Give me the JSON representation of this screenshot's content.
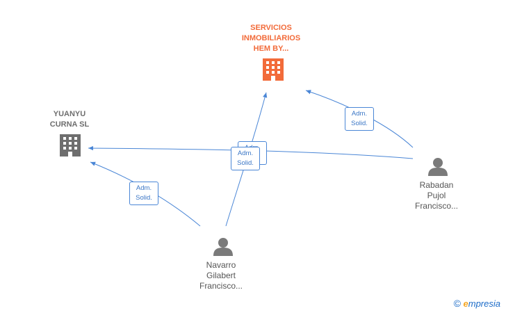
{
  "nodes": {
    "servicios": {
      "lines": [
        "SERVICIOS",
        "INMOBILIARIOS",
        "HEM BY..."
      ],
      "color": "#f26b3a"
    },
    "yuanyu": {
      "lines": [
        "YUANYU",
        "CURNA SL"
      ],
      "color": "#6e6e6e"
    },
    "rabadan": {
      "lines": [
        "Rabadan",
        "Pujol",
        "Francisco..."
      ],
      "color": "#6e6e6e"
    },
    "navarro": {
      "lines": [
        "Navarro",
        "Gilabert",
        "Francisco..."
      ],
      "color": "#6e6e6e"
    }
  },
  "edge_label": {
    "line1": "Adm.",
    "line2": "Solid."
  },
  "edge_color": "#4a86d6",
  "footer": {
    "copyright": "©",
    "brand_first": "e",
    "brand_rest": "mpresia"
  }
}
